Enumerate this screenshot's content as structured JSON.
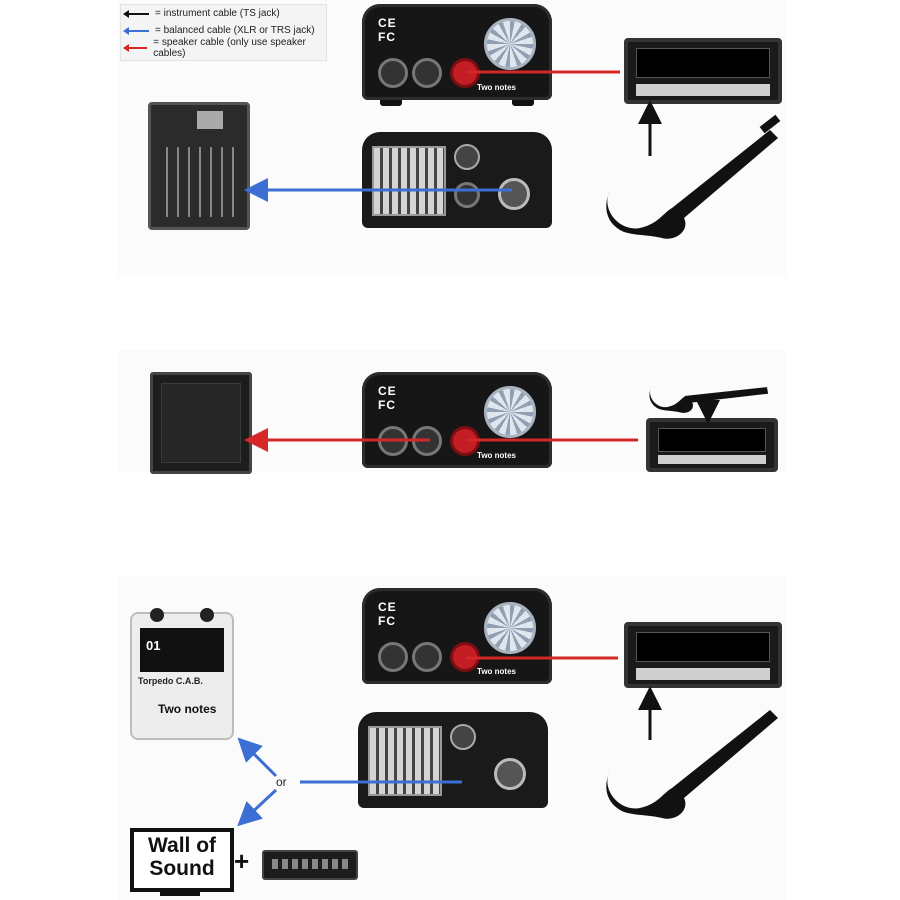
{
  "legend": {
    "instrument": {
      "label": "= instrument cable (TS jack)",
      "color": "#111111"
    },
    "balanced": {
      "label": "= balanced cable (XLR or TRS jack)",
      "color": "#3b6fd4"
    },
    "speaker": {
      "label": "= speaker cable (only use speaker cables)",
      "color": "#d62727"
    }
  },
  "devices": {
    "pedal_preset": "01",
    "pedal_name": "Torpedo C.A.B.",
    "pedal_logo": "Two notes",
    "monitor_text": "Wall of Sound",
    "plus": "+",
    "or": "or"
  },
  "icons": [
    "mixer-icon",
    "guitar-icon",
    "amp-head-icon",
    "speaker-cabinet-icon",
    "audio-interface-icon"
  ]
}
